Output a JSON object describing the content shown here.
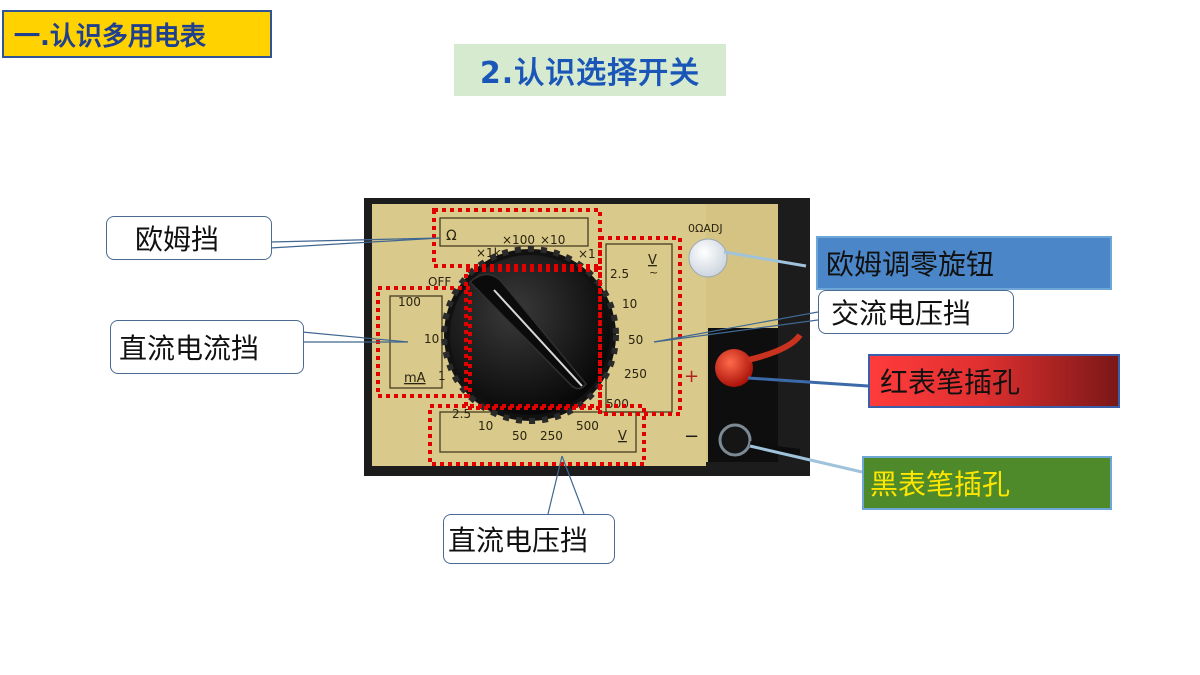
{
  "section_tag": "一.认识多用电表",
  "page_title": "2.认识选择开关",
  "callouts": {
    "ohm_range": "欧姆挡",
    "dc_current_range": "直流电流挡",
    "dc_voltage_range": "直流电压挡",
    "ohm_zero_knob": "欧姆调零旋钮",
    "ac_voltage_range": "交流电压挡",
    "red_probe_jack": "红表笔插孔",
    "black_probe_jack": "黑表笔插孔"
  },
  "meter": {
    "ohm_symbol": "Ω",
    "ohm_multipliers": [
      "×1k",
      "×100",
      "×10",
      "×1"
    ],
    "off_label": "OFF",
    "dc_current_ticks": [
      "100",
      "10",
      "1"
    ],
    "dc_current_unit": "mA",
    "ac_voltage_ticks": [
      "2.5",
      "10",
      "50",
      "250",
      "500"
    ],
    "ac_voltage_unit": "V",
    "ac_symbol": "~",
    "dc_voltage_ticks": [
      "2.5",
      "10",
      "50",
      "250",
      "500"
    ],
    "dc_voltage_unit": "V",
    "zero_adj_label": "0ΩADJ",
    "plus_sign": "+",
    "minus_sign": "−"
  },
  "colors": {
    "section_tag_bg": "#ffd200",
    "title_bg": "#d6ead0",
    "title_text": "#1a56b8",
    "ohm_zero_box": "#4a86c8",
    "ac_voltage_box": "#ffffff",
    "red_jack_box_start": "#ff3b3b",
    "red_jack_box_end": "#7a1717",
    "black_jack_box": "#4e8a2a",
    "black_jack_text": "#ffe600",
    "dotted_frame": "#e00000",
    "meter_face": "#d9c98a"
  }
}
